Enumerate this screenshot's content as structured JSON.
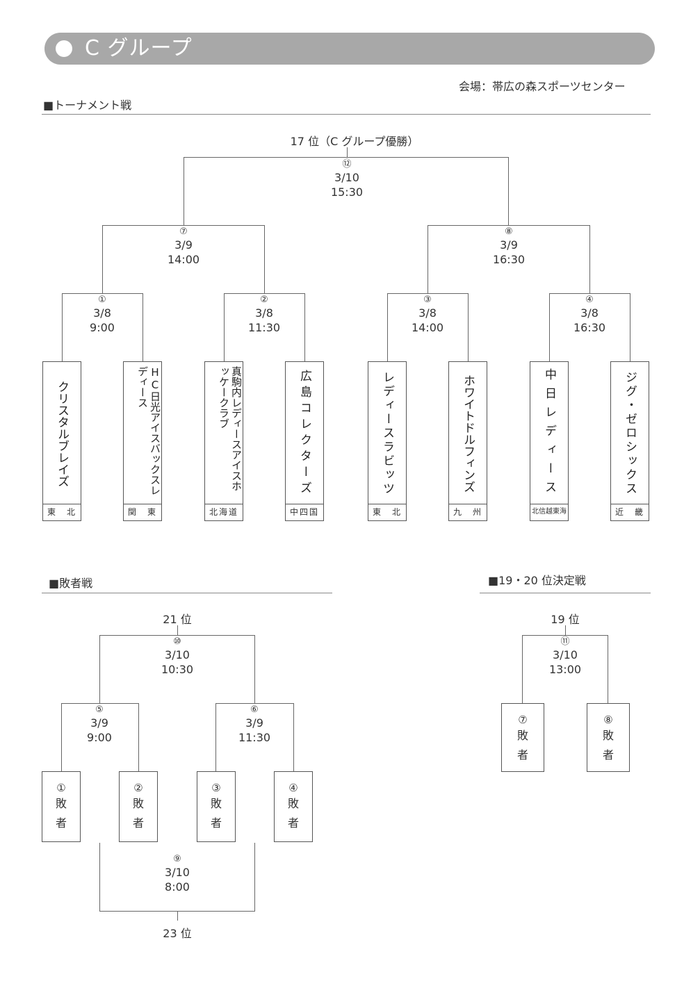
{
  "header": {
    "title": "C グループ",
    "venue": "会場：帯広の森スポーツセンター"
  },
  "tournament": {
    "section_title": "■トーナメント戦",
    "final_rank": "17 位（C グループ優勝）",
    "matches": [
      {
        "id": "m12",
        "num": "⑫",
        "date": "3/10",
        "time": "15:30"
      },
      {
        "id": "m7",
        "num": "⑦",
        "date": "3/9",
        "time": "14:00"
      },
      {
        "id": "m8",
        "num": "⑧",
        "date": "3/9",
        "time": "16:30"
      },
      {
        "id": "m1",
        "num": "①",
        "date": "3/8",
        "time": "9:00"
      },
      {
        "id": "m2",
        "num": "②",
        "date": "3/8",
        "time": "11:30"
      },
      {
        "id": "m3",
        "num": "③",
        "date": "3/8",
        "time": "14:00"
      },
      {
        "id": "m4",
        "num": "④",
        "date": "3/8",
        "time": "16:30"
      }
    ],
    "teams": [
      {
        "name": "クリスタルブレイズ",
        "region": "東　北"
      },
      {
        "name": "HC日光アイスバックスレディース",
        "region": "関　東"
      },
      {
        "name": "真駒内レディースアイスホッケークラブ",
        "region": "北海道"
      },
      {
        "name": "広島コレクターズ",
        "region": "中四国"
      },
      {
        "name": "レディースラビッツ",
        "region": "東　北"
      },
      {
        "name": "ホワイトドルフィンズ",
        "region": "九　州"
      },
      {
        "name": "中日レディース",
        "region": "北信越東海"
      },
      {
        "name": "ジグ・ゼロシックス",
        "region": "近　畿"
      }
    ]
  },
  "losers": {
    "section_title": "■敗者戦",
    "top_rank": "21 位",
    "bottom_rank": "23 位",
    "matches": [
      {
        "id": "m10",
        "num": "⑩",
        "date": "3/10",
        "time": "10:30"
      },
      {
        "id": "m5",
        "num": "⑤",
        "date": "3/9",
        "time": "9:00"
      },
      {
        "id": "m6",
        "num": "⑥",
        "date": "3/9",
        "time": "11:30"
      },
      {
        "id": "m9",
        "num": "⑨",
        "date": "3/10",
        "time": "8:00"
      }
    ],
    "slots": [
      {
        "num": "①",
        "l1": "敗",
        "l2": "者"
      },
      {
        "num": "②",
        "l1": "敗",
        "l2": "者"
      },
      {
        "num": "③",
        "l1": "敗",
        "l2": "者"
      },
      {
        "num": "④",
        "l1": "敗",
        "l2": "者"
      }
    ]
  },
  "placement": {
    "section_title": "■19・20 位決定戦",
    "top_rank": "19 位",
    "match": {
      "id": "m11",
      "num": "⑪",
      "date": "3/10",
      "time": "13:00"
    },
    "slots": [
      {
        "num": "⑦",
        "l1": "敗",
        "l2": "者"
      },
      {
        "num": "⑧",
        "l1": "敗",
        "l2": "者"
      }
    ]
  }
}
